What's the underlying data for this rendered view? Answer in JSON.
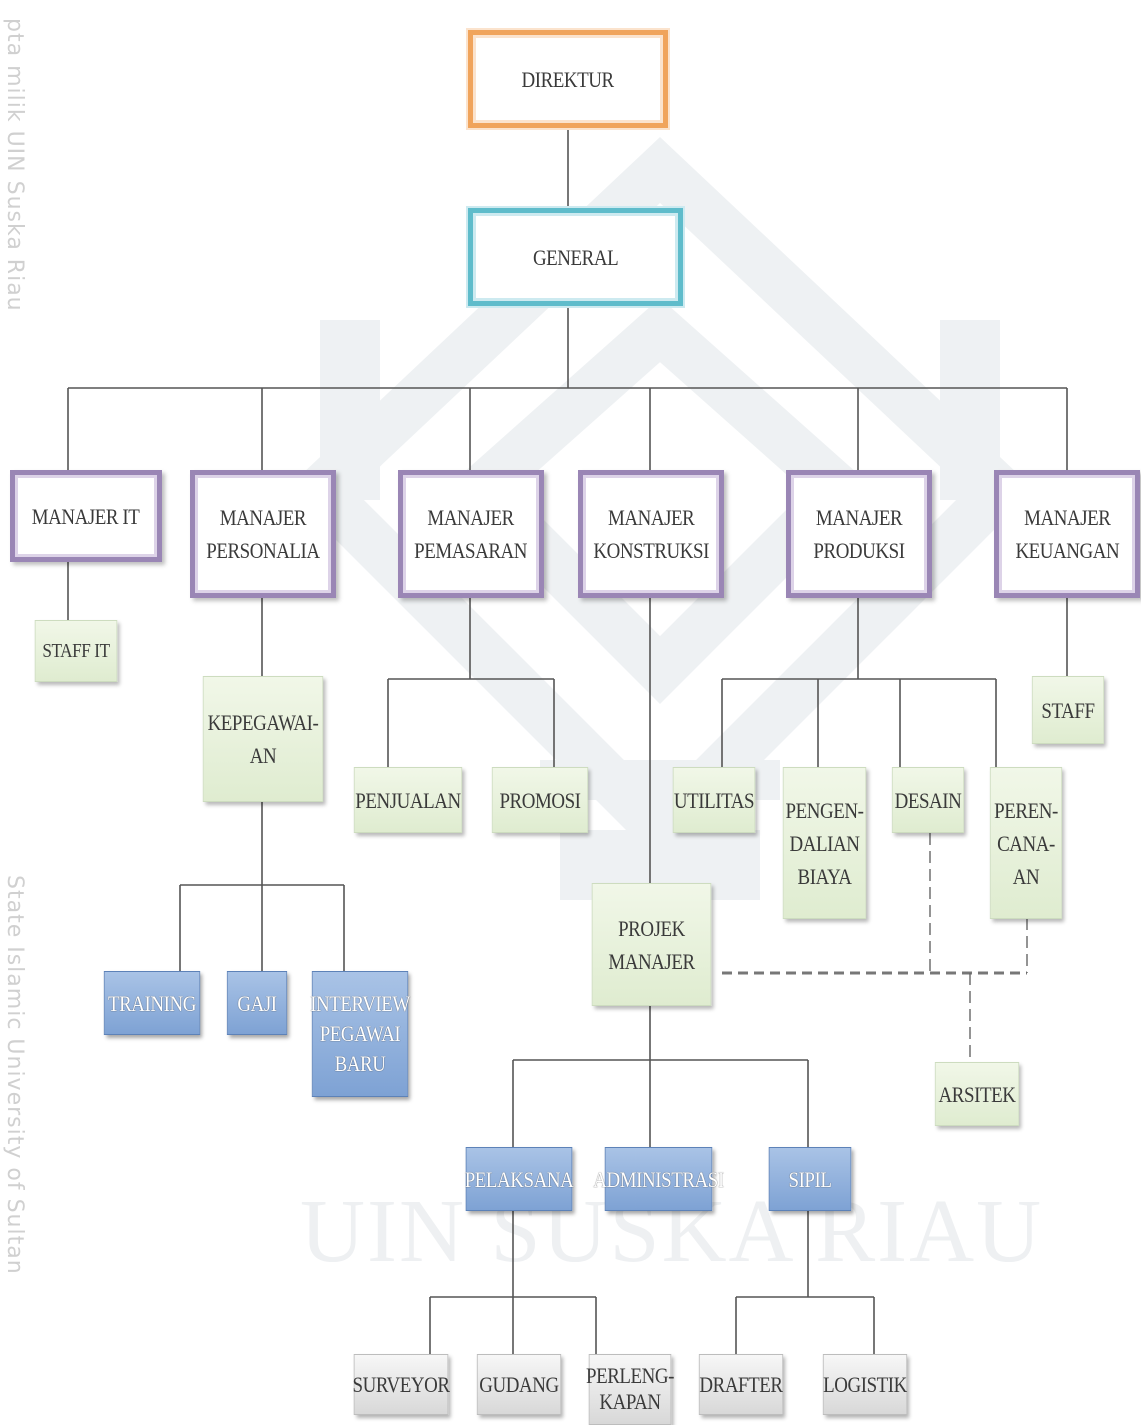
{
  "side_texts": [
    "pta milik UIN Suska Riau",
    "State Islamic University of Sultan"
  ],
  "watermark": "UIN SUSKA RIAU",
  "colors": {
    "top_border": "#f0a45c",
    "general_border": "#5fbccb",
    "manager_border": "#9a86b5",
    "green_fill": "#e6f0da",
    "blue_fill": "#8eaedb",
    "grey_fill": "#e4e4e4",
    "line": "#555555"
  },
  "nodes": {
    "direktur": "DIREKTUR",
    "general": "GENERAL",
    "manajer_it": "MANAJER IT",
    "manajer_personalia": "MANAJER\nPERSONALIA",
    "manajer_pemasaran": "MANAJER\nPEMASARAN",
    "manajer_konstruksi": "MANAJER\nKONSTRUKSI",
    "manajer_produksi": "MANAJER\nPRODUKSI",
    "manajer_keuangan": "MANAJER\nKEUANGAN",
    "staff_it": "STAFF IT",
    "kepegawaian": "KEPEGAWAI-\nAN",
    "penjualan": "PENJUALAN",
    "promosi": "PROMOSI",
    "utilitas": "UTILITAS",
    "pengendalian_biaya": "PENGEN-\nDALIAN\nBIAYA",
    "desain": "DESAIN",
    "perencanaan": "PEREN-\nCANA-\nAN",
    "staff": "STAFF",
    "training": "TRAINING",
    "gaji": "GAJI",
    "interview": "INTERVIEW\nPEGAWAI\nBARU",
    "projek_manajer": "PROJEK\nMANAJER",
    "arsitek": "ARSITEK",
    "pelaksana": "PELAKSANA",
    "administrasi": "ADMINISTRASI",
    "sipil": "SIPIL",
    "surveyor": "SURVEYOR",
    "gudang": "GUDANG",
    "perlengkapan": "PERLENG-\nKAPAN",
    "drafter": "DRAFTER",
    "logistik": "LOGISTIK"
  }
}
